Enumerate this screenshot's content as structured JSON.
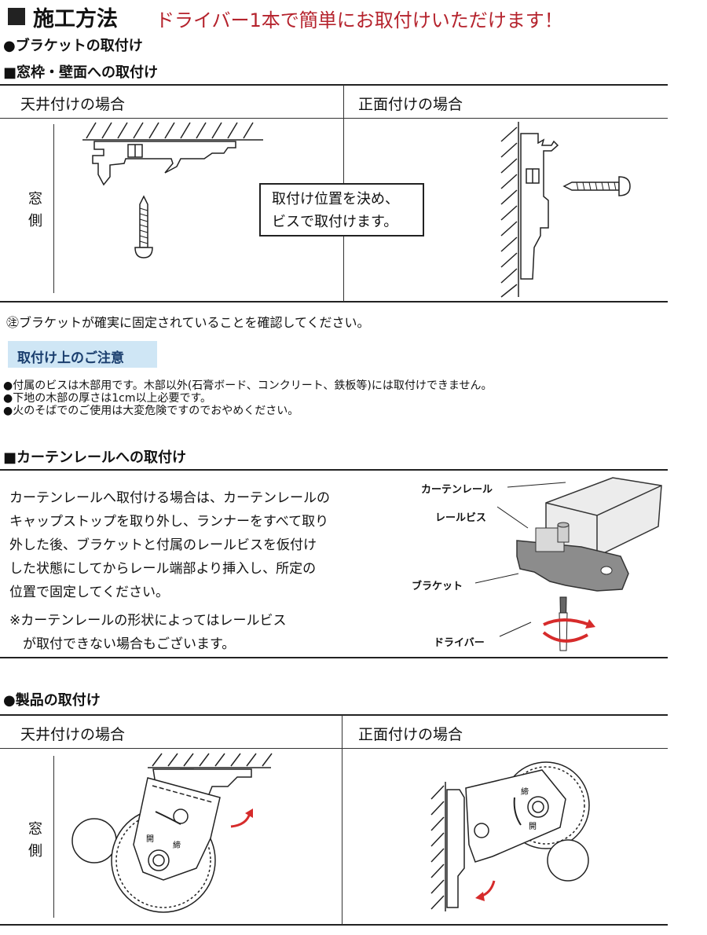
{
  "header": {
    "title": "施工方法",
    "subtitle": "ドライバー1本で簡単にお取付けいただけます！"
  },
  "bracket_section": {
    "heading": "●ブラケットの取付け",
    "subheading": "■窓枠・壁面への取付け",
    "col_ceiling": "天井付けの場合",
    "col_front": "正面付けの場合",
    "window_side": [
      "窓",
      "側"
    ],
    "callout": [
      "取付け位置を決め、",
      "ビスで取付けます。"
    ],
    "note": "㊟ブラケットが確実に固定されていることを確認してください。"
  },
  "caution": {
    "tag": "取付け上のご注意",
    "items": [
      "●付属のビスは木部用です。木部以外(石膏ボード、コンクリート、鉄板等)には取付けできません。",
      "●下地の木部の厚さは1cm以上必要です。",
      "●火のそばでのご使用は大変危険ですのでおやめください。"
    ]
  },
  "rail_section": {
    "heading": "■カーテンレールへの取付け",
    "paragraph": [
      "カーテンレールへ取付ける場合は、カーテンレールの",
      "キャップストップを取り外し、ランナーをすべて取り",
      "外した後、ブラケットと付属のレールビスを仮付け",
      "した状態にしてからレール端部より挿入し、所定の",
      "位置で固定してください。"
    ],
    "note": [
      "※カーテンレールの形状によってはレールビス",
      "　が取付できない場合もございます。"
    ],
    "labels": {
      "rail": "カーテンレール",
      "rail_screw": "レールビス",
      "bracket": "ブラケット",
      "driver": "ドライバー"
    }
  },
  "product_section": {
    "heading": "●製品の取付け",
    "col_ceiling": "天井付けの場合",
    "col_front": "正面付けの場合",
    "window_side": [
      "窓",
      "側"
    ],
    "dial_labels": {
      "open": "開",
      "close": "締"
    }
  },
  "colors": {
    "accent_red": "#b5232d",
    "caution_bg": "#cfe6f5",
    "caution_text": "#1a3e6e",
    "rail_gray": "#8c8c8c",
    "rotation_arrow": "#d62b2b"
  }
}
